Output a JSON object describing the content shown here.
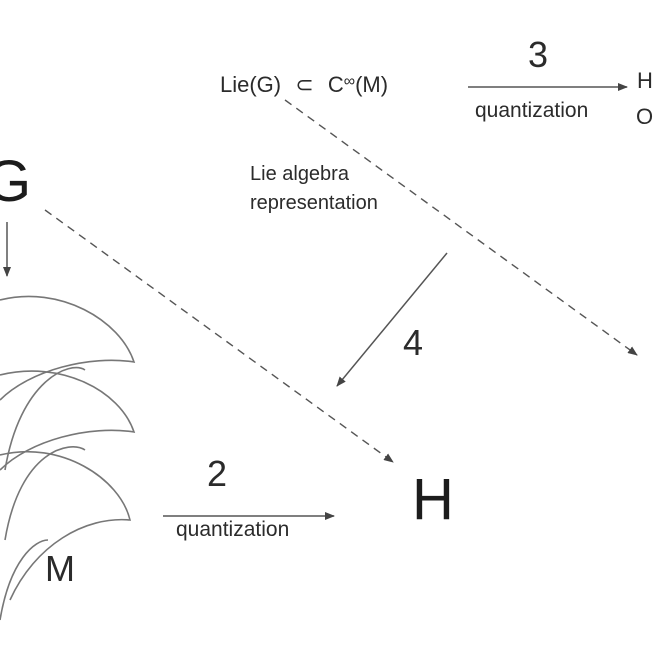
{
  "diagram": {
    "group_label": "G",
    "manifold_label": "M",
    "hilbert_label": "H",
    "edge_top_right_line1": "H",
    "edge_top_right_line2": "O",
    "lie_g": "Lie(G)",
    "subset_symbol": "⊂",
    "c_symbol": "C",
    "infinity_symbol": "∞",
    "c_arg": "(M)",
    "arrow_labels": {
      "step2_number": "2",
      "step2_text": "quantization",
      "step3_number": "3",
      "step3_text": "quantization",
      "step4_number": "4",
      "rep_line1": "Lie algebra",
      "rep_line2": "representation"
    },
    "colors": {
      "line": "#555555",
      "text": "#2b2b2b"
    }
  }
}
